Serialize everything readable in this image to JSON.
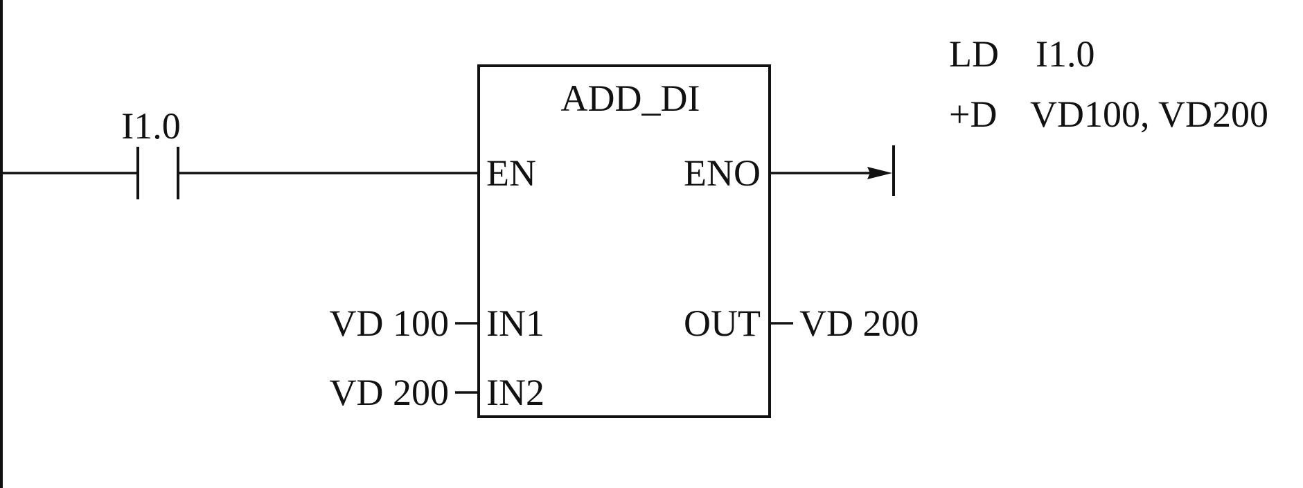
{
  "contact": {
    "label": "I1.0"
  },
  "block": {
    "name": "ADD_DI",
    "en_label": "EN",
    "eno_label": "ENO",
    "in1_label": "IN1",
    "in2_label": "IN2",
    "out_label": "OUT"
  },
  "operands": {
    "in1": "VD 100",
    "in2": "VD 200",
    "out": "VD 200"
  },
  "statement_list": [
    {
      "op": "LD",
      "args": "I1.0"
    },
    {
      "op": "+D",
      "args": "VD100, VD200"
    }
  ],
  "colors": {
    "line": "#111111",
    "background": "#ffffff"
  }
}
